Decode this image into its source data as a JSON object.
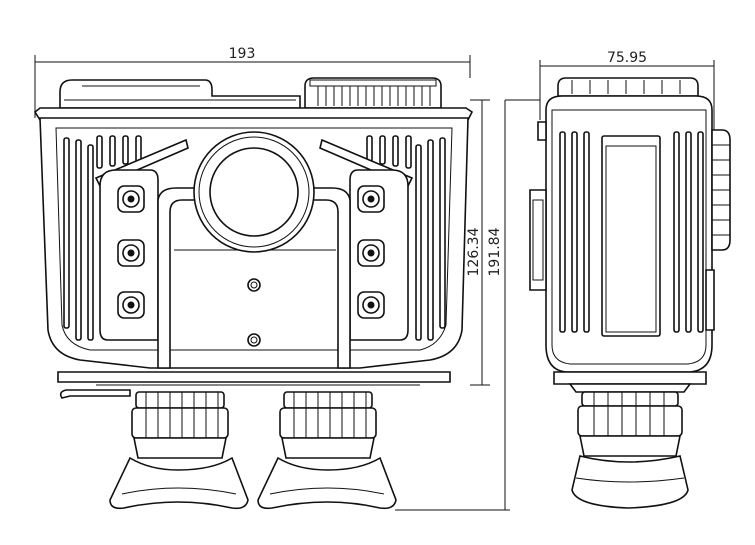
{
  "dimensions": {
    "front_width": "193",
    "side_width": "75.95",
    "body_height": "126.34",
    "total_height": "191.84"
  }
}
